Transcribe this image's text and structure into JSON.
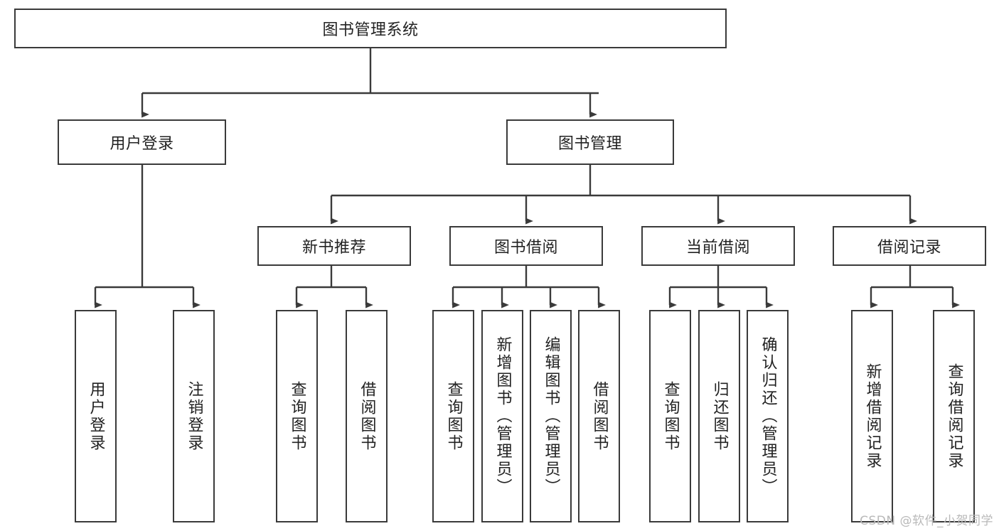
{
  "diagram": {
    "type": "tree",
    "title": "图书管理系统",
    "orientation": "top-down",
    "colors": {
      "box_border": "#3a3a3a",
      "box_fill": "#ffffff",
      "connector": "#3a3a3a",
      "text": "#222222",
      "watermark": "#b9b9b9",
      "background": "#ffffff"
    },
    "levels": [
      {
        "level": 0,
        "nodes": [
          {
            "id": "root",
            "label": "图书管理系统",
            "orientation": "horizontal"
          }
        ]
      },
      {
        "level": 1,
        "nodes": [
          {
            "id": "login",
            "label": "用户登录",
            "orientation": "horizontal",
            "parent": "root"
          },
          {
            "id": "bookmgmt",
            "label": "图书管理",
            "orientation": "horizontal",
            "parent": "root"
          }
        ]
      },
      {
        "level": 2,
        "nodes": [
          {
            "id": "newbook",
            "label": "新书推荐",
            "orientation": "horizontal",
            "parent": "bookmgmt"
          },
          {
            "id": "borrow",
            "label": "图书借阅",
            "orientation": "horizontal",
            "parent": "bookmgmt"
          },
          {
            "id": "current",
            "label": "当前借阅",
            "orientation": "horizontal",
            "parent": "bookmgmt"
          },
          {
            "id": "records",
            "label": "借阅记录",
            "orientation": "horizontal",
            "parent": "bookmgmt"
          }
        ]
      },
      {
        "level": 3,
        "nodes": [
          {
            "id": "leaf1",
            "label": "用户登录",
            "orientation": "vertical",
            "parent": "login"
          },
          {
            "id": "leaf2",
            "label": "注销登录",
            "orientation": "vertical",
            "parent": "login"
          },
          {
            "id": "leaf3",
            "label": "查询图书",
            "orientation": "vertical",
            "parent": "newbook"
          },
          {
            "id": "leaf4",
            "label": "借阅图书",
            "orientation": "vertical",
            "parent": "newbook"
          },
          {
            "id": "leaf5",
            "label": "查询图书",
            "orientation": "vertical",
            "parent": "borrow"
          },
          {
            "id": "leaf6",
            "label": "新增图书（管理员）",
            "orientation": "vertical",
            "parent": "borrow"
          },
          {
            "id": "leaf7",
            "label": "编辑图书（管理员）",
            "orientation": "vertical",
            "parent": "borrow"
          },
          {
            "id": "leaf8",
            "label": "借阅图书",
            "orientation": "vertical",
            "parent": "borrow"
          },
          {
            "id": "leaf9",
            "label": "查询图书",
            "orientation": "vertical",
            "parent": "current"
          },
          {
            "id": "leaf10",
            "label": "归还图书",
            "orientation": "vertical",
            "parent": "current"
          },
          {
            "id": "leaf11",
            "label": "确认归还（管理员）",
            "orientation": "vertical",
            "parent": "current"
          },
          {
            "id": "leaf12",
            "label": "新增借阅记录",
            "orientation": "vertical",
            "parent": "records"
          },
          {
            "id": "leaf13",
            "label": "查询借阅记录",
            "orientation": "vertical",
            "parent": "records"
          }
        ]
      }
    ]
  },
  "watermark": {
    "text": "CSDN @软件_小贺同学"
  }
}
